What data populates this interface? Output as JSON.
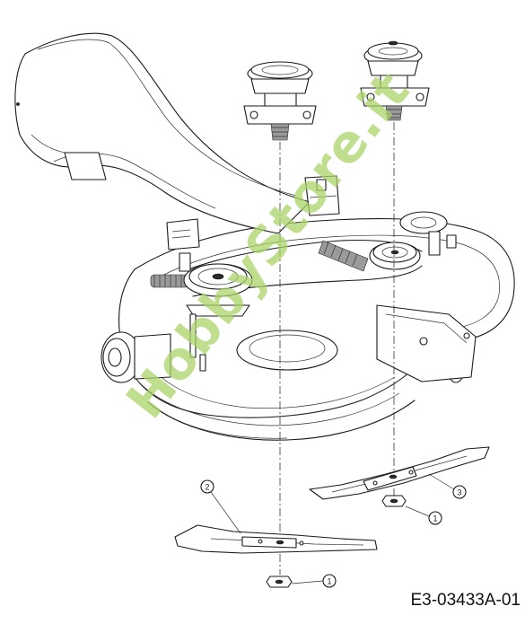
{
  "diagram": {
    "drawing_id": "E3-03433A-01",
    "watermark": "HobbyStore.it",
    "callouts": [
      {
        "id": "callout-1-top",
        "label": "1"
      },
      {
        "id": "callout-1-bottom",
        "label": "1"
      },
      {
        "id": "callout-2",
        "label": "2"
      },
      {
        "id": "callout-3",
        "label": "3"
      }
    ]
  }
}
